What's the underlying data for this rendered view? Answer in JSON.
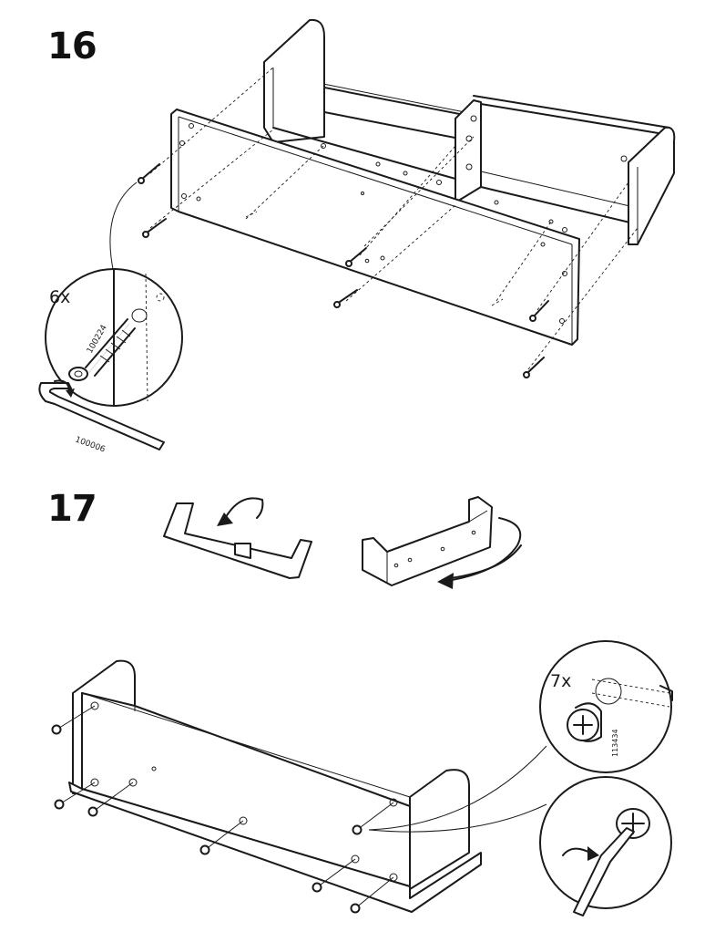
{
  "steps": [
    {
      "number": "16"
    },
    {
      "number": "17"
    }
  ],
  "callouts": {
    "screw_qty": "6x",
    "screw_part": "100224",
    "allen_key_part": "100006",
    "cam_qty": "7x",
    "cam_part": "113434"
  },
  "icons": {
    "rotate_arrow_left": "rotate-arrow-icon",
    "rotate_arrow_right": "rotate-arrow-icon",
    "turn_arrow": "turn-arrow-icon"
  },
  "colors": {
    "line": "#1a1a1a",
    "background": "#ffffff",
    "arrow_fill": "#1a1a1a"
  }
}
